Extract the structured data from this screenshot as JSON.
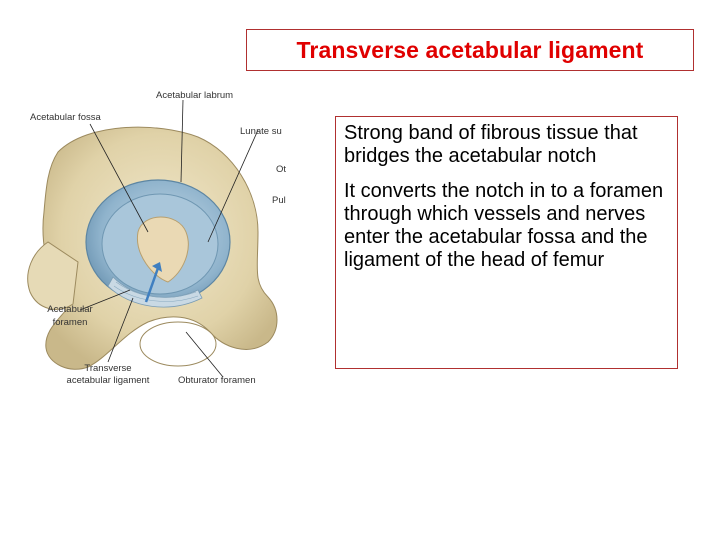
{
  "slide": {
    "title": "Transverse acetabular ligament",
    "paragraphs": [
      "Strong band of fibrous tissue that bridges the acetabular notch",
      "It converts the notch in to a foramen through which vessels and nerves enter the acetabular fossa and the ligament of the head of femur"
    ]
  },
  "figure": {
    "labels": {
      "acetabular_labrum": "Acetabular labrum",
      "acetabular_fossa": "Acetabular fossa",
      "lunate_surface": "Lunate su",
      "obturator_partial": "Ot",
      "pubis_partial": "Pul",
      "acetabular_foramen_1": "Acetabular",
      "acetabular_foramen_2": "foramen",
      "transverse_ligament_1": "Transverse",
      "transverse_ligament_2": "acetabular ligament",
      "obturator_foramen": "Obturator foramen"
    }
  },
  "colors": {
    "title_red": "#e00000",
    "border": "#b03030",
    "bone": "#e3d6b0",
    "labrum_blue": "#9bbfd6"
  }
}
